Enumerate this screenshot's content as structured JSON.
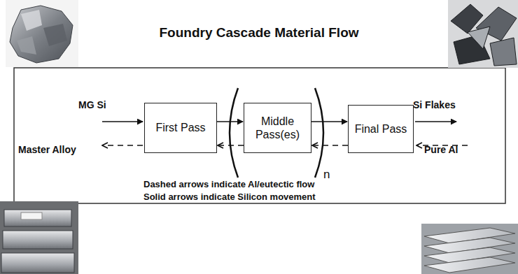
{
  "diagram": {
    "title": "Foundry Cascade Material Flow",
    "nodes": [
      {
        "text": [
          "First Pass"
        ]
      },
      {
        "text": [
          "Middle Pass(es)"
        ]
      },
      {
        "text": [
          "Final Pass"
        ]
      }
    ],
    "edges": [
      {
        "from": 0,
        "to": 1,
        "arrow": "to"
      },
      {
        "from": 1,
        "to": 2,
        "arrow": "to"
      },
      {
        "from": 2,
        "to": 1,
        "arrow": "to"
      },
      {
        "from": 1,
        "to": 0,
        "arrow": "to"
      }
    ],
    "labels": [
      "MG Si",
      "Si Flakes",
      "Master Alloy",
      "Pure Al",
      "n",
      "Dashed arrows indicate Al/eutectic flow",
      "Solid arrows indicate Silicon movement"
    ]
  }
}
